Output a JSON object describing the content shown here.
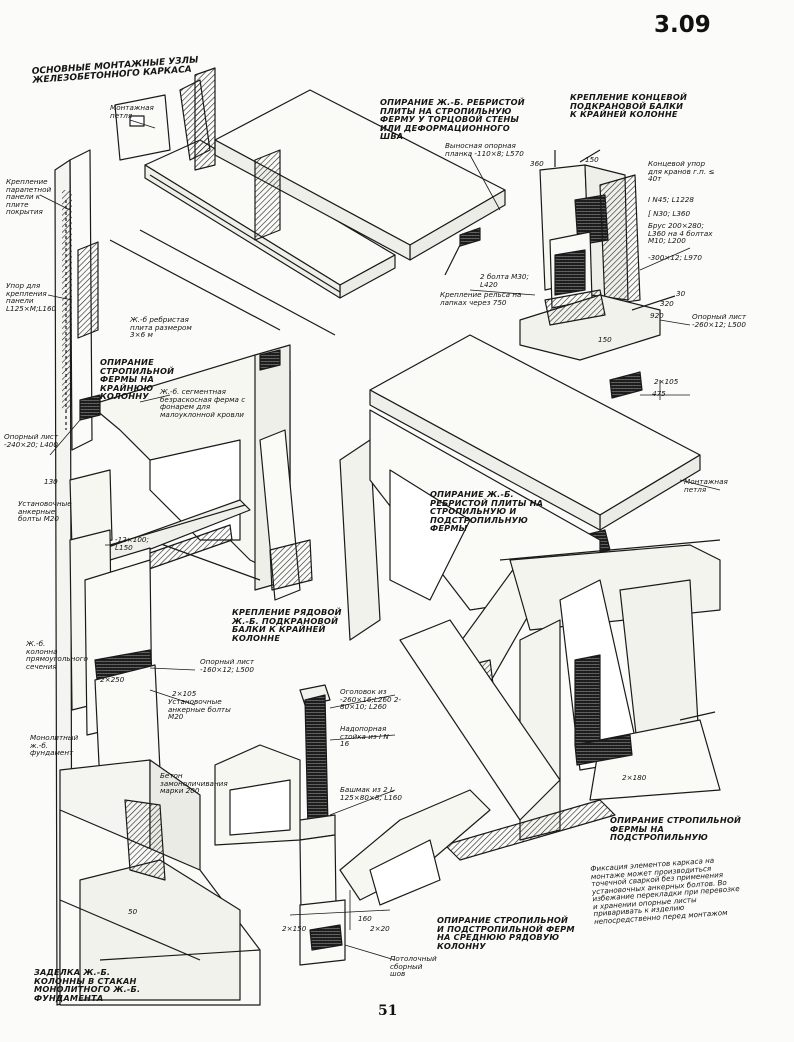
{
  "sheet_number": "3.09",
  "page_number": "51",
  "main_title": "ОСНОВНЫЕ МОНТАЖНЫЕ УЗЛЫ ЖЕЛЕЗОБЕТОННОГО КАРКАСА",
  "sections": {
    "rib_slab_end_wall": "ОПИРАНИЕ Ж.-Б. РЕБРИСТОЙ ПЛИТЫ НА СТРОПИЛЬНУЮ ФЕРМУ У ТОРЦОВОЙ СТЕНЫ ИЛИ ДЕФОРМАЦИОННОГО ШВА",
    "end_crane_beam": "КРЕПЛЕНИЕ КОНЦЕВОЙ ПОДКРАНОВОЙ БАЛКИ К КРАЙНЕЙ КОЛОННЕ",
    "truss_on_edge_column": "ОПИРАНИЕ СТРОПИЛЬНОЙ ФЕРМЫ НА КРАЙНЮЮ КОЛОННУ",
    "rib_slab_on_trusses": "ОПИРАНИЕ Ж.-Б. РЕБРИСТОЙ ПЛИТЫ НА СТРОПИЛЬНУЮ И ПОДСТРОПИЛЬНУЮ ФЕРМЫ",
    "row_crane_beam": "КРЕПЛЕНИЕ РЯДОВОЙ Ж.-Б. ПОДКРАНОВОЙ БАЛКИ К КРАЙНЕЙ КОЛОННЕ",
    "truss_on_subtruss": "ОПИРАНИЕ СТРОПИЛЬНОЙ ФЕРМЫ НА ПОДСТРОПИЛЬНУЮ",
    "trusses_on_middle_column": "ОПИРАНИЕ СТРОПИЛЬНОЙ И ПОДСТРОПИЛЬНОЙ ФЕРМ НА СРЕДНЮЮ РЯДОВУЮ КОЛОННУ",
    "column_in_foundation": "ЗАДЕЛКА Ж.-Б. КОЛОННЫ В СТАКАН МОНОЛИТНОГО Ж.-Б. ФУНДАМЕНТА"
  },
  "labels": {
    "lifting_loop_1": "Монтажная петля",
    "parapet_fixing": "Крепление парапетной панели к плите покрытия",
    "panel_stop": "Упор для крепления панели L125×М;L160",
    "rib_slab": "Ж.-б ребристая плита размером 3×6 м",
    "segment_truss": "Ж.-б. сегментная безраскосная ферма с фонарем для малоуклонной кровли",
    "support_sheet_240": "Опорный лист -240×20; L400",
    "install_bolts_m20_a": "Установочные анкерные болты М20",
    "strip_12x100": "-12×100; L150",
    "column_rect": "Ж.-б. колонна прямоугольного сечения",
    "monolithic_foundation": "Монолитный ж.-б. фундамент",
    "support_sheet_160": "Опорный лист -160×12; L500",
    "install_bolts_m20_b": "Установочные анкерные болты М20",
    "concrete_grade": "Бетон замоноличивания марки 200",
    "outrigger_strip": "Выносная опорная планка -110×8; L570",
    "bolts_m30": "2 болта М30; L420",
    "rail_fixing": "Крепление рельса на лапках через 750",
    "end_stop": "Концевой упор для кранов г.п. ≤ 40т",
    "i_beam_45": "I N45; L1228",
    "channel_30": "[ N30; L360",
    "timber_block": "Брус 200×280; L360 на 4 болтах М10; L200",
    "strip_300": "-300×12; L970",
    "support_sheet_260": "Опорный лист -260×12; L500",
    "lifting_loop_2": "Монтажная петля",
    "head_plates": "Оголовок из -260×16;L260 2-80×10; L260",
    "support_post": "Надопорная стойка из I N 16",
    "shoe": "Башмак из 2 L 125×80×8; L160",
    "ceiling_joint": "Потолочный сборный шов",
    "fixation_note": "Фиксация элементов каркаса на монтаже может производиться точечной сваркой без применения установочных анкерных болтов. Во избежание перекладки при перевозке и хранении опорные листы приваривать к изделию непосредственно перед монтажом"
  },
  "dimensions": {
    "d360": "360",
    "d150": "150",
    "d320": "320",
    "d30": "30",
    "d920": "920",
    "d2x105_a": "2×105",
    "d475": "475",
    "d150b": "150",
    "d250": "2×250",
    "d2x105_b": "2×105",
    "d2x180": "2×180",
    "d2x150": "2×150",
    "d160": "160",
    "d2x20": "2×20",
    "d50": "50",
    "d130": "130"
  }
}
